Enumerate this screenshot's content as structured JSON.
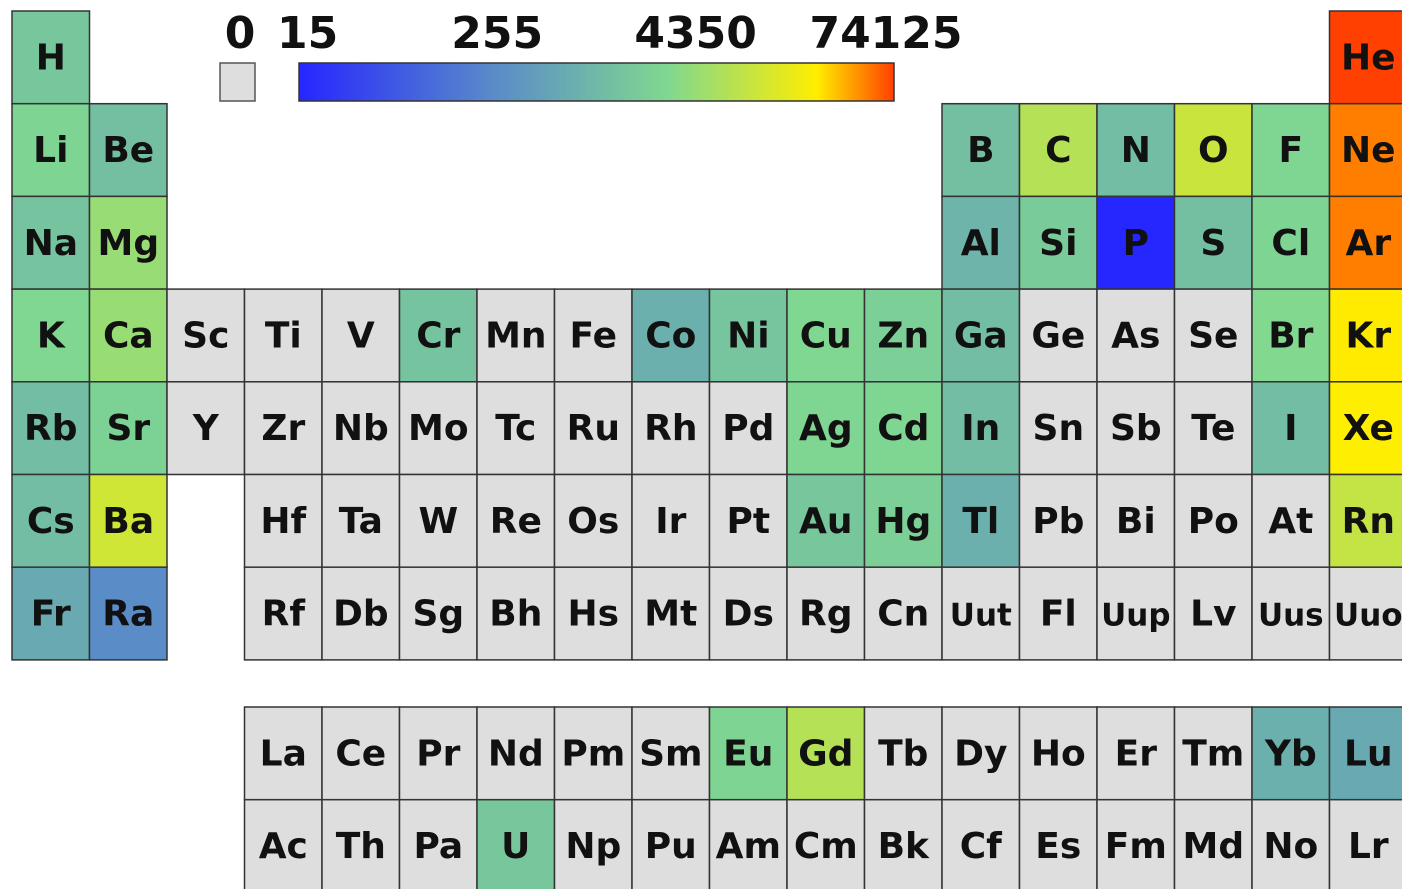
{
  "chart_data": {
    "type": "heatmap",
    "title": "",
    "colorbar": {
      "scale": "log",
      "no_data_label": "0",
      "tick_labels": [
        "15",
        "255",
        "4350",
        "74125"
      ],
      "tick_values": [
        15,
        255,
        4350,
        74125
      ],
      "range": [
        15,
        74125
      ],
      "stops": [
        {
          "t": 0.0,
          "color": "#2626ff"
        },
        {
          "t": 0.33,
          "color": "#5a8cc8"
        },
        {
          "t": 0.62,
          "color": "#80d890"
        },
        {
          "t": 0.87,
          "color": "#ffee00"
        },
        {
          "t": 1.0,
          "color": "#ff4000"
        }
      ],
      "no_data_color": "#dedede"
    },
    "elements": [
      {
        "symbol": "H",
        "group": 1,
        "period": 1,
        "value": 1700
      },
      {
        "symbol": "He",
        "group": 18,
        "period": 1,
        "value": 74125
      },
      {
        "symbol": "Li",
        "group": 1,
        "period": 2,
        "value": 2600
      },
      {
        "symbol": "Be",
        "group": 2,
        "period": 2,
        "value": 1300
      },
      {
        "symbol": "B",
        "group": 13,
        "period": 2,
        "value": 1300
      },
      {
        "symbol": "C",
        "group": 14,
        "period": 2,
        "value": 7000
      },
      {
        "symbol": "N",
        "group": 15,
        "period": 2,
        "value": 1200
      },
      {
        "symbol": "O",
        "group": 16,
        "period": 2,
        "value": 10000
      },
      {
        "symbol": "F",
        "group": 17,
        "period": 2,
        "value": 2700
      },
      {
        "symbol": "Ne",
        "group": 18,
        "period": 2,
        "value": 50000
      },
      {
        "symbol": "Na",
        "group": 1,
        "period": 3,
        "value": 1500
      },
      {
        "symbol": "Mg",
        "group": 2,
        "period": 3,
        "value": 4350
      },
      {
        "symbol": "Al",
        "group": 13,
        "period": 3,
        "value": 900
      },
      {
        "symbol": "Si",
        "group": 14,
        "period": 3,
        "value": 1900
      },
      {
        "symbol": "P",
        "group": 15,
        "period": 3,
        "value": 15
      },
      {
        "symbol": "S",
        "group": 16,
        "period": 3,
        "value": 1300
      },
      {
        "symbol": "Cl",
        "group": 17,
        "period": 3,
        "value": 2600
      },
      {
        "symbol": "Ar",
        "group": 18,
        "period": 3,
        "value": 50000
      },
      {
        "symbol": "K",
        "group": 1,
        "period": 4,
        "value": 2800
      },
      {
        "symbol": "Ca",
        "group": 2,
        "period": 4,
        "value": 4400
      },
      {
        "symbol": "Sc",
        "group": 3,
        "period": 4,
        "value": 0
      },
      {
        "symbol": "Ti",
        "group": 4,
        "period": 4,
        "value": 0
      },
      {
        "symbol": "V",
        "group": 5,
        "period": 4,
        "value": 0
      },
      {
        "symbol": "Cr",
        "group": 6,
        "period": 4,
        "value": 1500
      },
      {
        "symbol": "Mn",
        "group": 7,
        "period": 4,
        "value": 0
      },
      {
        "symbol": "Fe",
        "group": 8,
        "period": 4,
        "value": 0
      },
      {
        "symbol": "Co",
        "group": 9,
        "period": 4,
        "value": 800
      },
      {
        "symbol": "Ni",
        "group": 10,
        "period": 4,
        "value": 1600
      },
      {
        "symbol": "Cu",
        "group": 11,
        "period": 4,
        "value": 2800
      },
      {
        "symbol": "Zn",
        "group": 12,
        "period": 4,
        "value": 2200
      },
      {
        "symbol": "Ga",
        "group": 13,
        "period": 4,
        "value": 1200
      },
      {
        "symbol": "Ge",
        "group": 14,
        "period": 4,
        "value": 0
      },
      {
        "symbol": "As",
        "group": 15,
        "period": 4,
        "value": 0
      },
      {
        "symbol": "Se",
        "group": 16,
        "period": 4,
        "value": 0
      },
      {
        "symbol": "Br",
        "group": 17,
        "period": 4,
        "value": 3000
      },
      {
        "symbol": "Kr",
        "group": 18,
        "period": 4,
        "value": 25000
      },
      {
        "symbol": "Rb",
        "group": 1,
        "period": 5,
        "value": 1200
      },
      {
        "symbol": "Sr",
        "group": 2,
        "period": 5,
        "value": 2300
      },
      {
        "symbol": "Y",
        "group": 3,
        "period": 5,
        "value": 0
      },
      {
        "symbol": "Zr",
        "group": 4,
        "period": 5,
        "value": 0
      },
      {
        "symbol": "Nb",
        "group": 5,
        "period": 5,
        "value": 0
      },
      {
        "symbol": "Mo",
        "group": 6,
        "period": 5,
        "value": 0
      },
      {
        "symbol": "Tc",
        "group": 7,
        "period": 5,
        "value": 0
      },
      {
        "symbol": "Ru",
        "group": 8,
        "period": 5,
        "value": 0
      },
      {
        "symbol": "Rh",
        "group": 9,
        "period": 5,
        "value": 0
      },
      {
        "symbol": "Pd",
        "group": 10,
        "period": 5,
        "value": 0
      },
      {
        "symbol": "Ag",
        "group": 11,
        "period": 5,
        "value": 2700
      },
      {
        "symbol": "Cd",
        "group": 12,
        "period": 5,
        "value": 2700
      },
      {
        "symbol": "In",
        "group": 13,
        "period": 5,
        "value": 1200
      },
      {
        "symbol": "Sn",
        "group": 14,
        "period": 5,
        "value": 0
      },
      {
        "symbol": "Sb",
        "group": 15,
        "period": 5,
        "value": 0
      },
      {
        "symbol": "Te",
        "group": 16,
        "period": 5,
        "value": 0
      },
      {
        "symbol": "I",
        "group": 17,
        "period": 5,
        "value": 1200
      },
      {
        "symbol": "Xe",
        "group": 18,
        "period": 5,
        "value": 24000
      },
      {
        "symbol": "Cs",
        "group": 1,
        "period": 6,
        "value": 1200
      },
      {
        "symbol": "Ba",
        "group": 2,
        "period": 6,
        "value": 11000
      },
      {
        "symbol": "Hf",
        "group": 4,
        "period": 6,
        "value": 0
      },
      {
        "symbol": "Ta",
        "group": 5,
        "period": 6,
        "value": 0
      },
      {
        "symbol": "W",
        "group": 6,
        "period": 6,
        "value": 0
      },
      {
        "symbol": "Re",
        "group": 7,
        "period": 6,
        "value": 0
      },
      {
        "symbol": "Os",
        "group": 8,
        "period": 6,
        "value": 0
      },
      {
        "symbol": "Ir",
        "group": 9,
        "period": 6,
        "value": 0
      },
      {
        "symbol": "Pt",
        "group": 10,
        "period": 6,
        "value": 0
      },
      {
        "symbol": "Au",
        "group": 11,
        "period": 6,
        "value": 1700
      },
      {
        "symbol": "Hg",
        "group": 12,
        "period": 6,
        "value": 2200
      },
      {
        "symbol": "Tl",
        "group": 13,
        "period": 6,
        "value": 800
      },
      {
        "symbol": "Pb",
        "group": 14,
        "period": 6,
        "value": 0
      },
      {
        "symbol": "Bi",
        "group": 15,
        "period": 6,
        "value": 0
      },
      {
        "symbol": "Po",
        "group": 16,
        "period": 6,
        "value": 0
      },
      {
        "symbol": "At",
        "group": 17,
        "period": 6,
        "value": 0
      },
      {
        "symbol": "Rn",
        "group": 18,
        "period": 6,
        "value": 9000
      },
      {
        "symbol": "Fr",
        "group": 1,
        "period": 7,
        "value": 650
      },
      {
        "symbol": "Ra",
        "group": 2,
        "period": 7,
        "value": 250
      },
      {
        "symbol": "Rf",
        "group": 4,
        "period": 7,
        "value": 0
      },
      {
        "symbol": "Db",
        "group": 5,
        "period": 7,
        "value": 0
      },
      {
        "symbol": "Sg",
        "group": 6,
        "period": 7,
        "value": 0
      },
      {
        "symbol": "Bh",
        "group": 7,
        "period": 7,
        "value": 0
      },
      {
        "symbol": "Hs",
        "group": 8,
        "period": 7,
        "value": 0
      },
      {
        "symbol": "Mt",
        "group": 9,
        "period": 7,
        "value": 0
      },
      {
        "symbol": "Ds",
        "group": 10,
        "period": 7,
        "value": 0
      },
      {
        "symbol": "Rg",
        "group": 11,
        "period": 7,
        "value": 0
      },
      {
        "symbol": "Cn",
        "group": 12,
        "period": 7,
        "value": 0
      },
      {
        "symbol": "Uut",
        "group": 13,
        "period": 7,
        "value": 0
      },
      {
        "symbol": "Fl",
        "group": 14,
        "period": 7,
        "value": 0
      },
      {
        "symbol": "Uup",
        "group": 15,
        "period": 7,
        "value": 0
      },
      {
        "symbol": "Lv",
        "group": 16,
        "period": 7,
        "value": 0
      },
      {
        "symbol": "Uus",
        "group": 17,
        "period": 7,
        "value": 0
      },
      {
        "symbol": "Uuo",
        "group": 18,
        "period": 7,
        "value": 0
      },
      {
        "symbol": "La",
        "group": 4,
        "period": 9,
        "value": 0
      },
      {
        "symbol": "Ce",
        "group": 5,
        "period": 9,
        "value": 0
      },
      {
        "symbol": "Pr",
        "group": 6,
        "period": 9,
        "value": 0
      },
      {
        "symbol": "Nd",
        "group": 7,
        "period": 9,
        "value": 0
      },
      {
        "symbol": "Pm",
        "group": 8,
        "period": 9,
        "value": 0
      },
      {
        "symbol": "Sm",
        "group": 9,
        "period": 9,
        "value": 0
      },
      {
        "symbol": "Eu",
        "group": 10,
        "period": 9,
        "value": 2600
      },
      {
        "symbol": "Gd",
        "group": 11,
        "period": 9,
        "value": 7000
      },
      {
        "symbol": "Tb",
        "group": 12,
        "period": 9,
        "value": 0
      },
      {
        "symbol": "Dy",
        "group": 13,
        "period": 9,
        "value": 0
      },
      {
        "symbol": "Ho",
        "group": 14,
        "period": 9,
        "value": 0
      },
      {
        "symbol": "Er",
        "group": 15,
        "period": 9,
        "value": 0
      },
      {
        "symbol": "Tm",
        "group": 16,
        "period": 9,
        "value": 0
      },
      {
        "symbol": "Yb",
        "group": 17,
        "period": 9,
        "value": 800
      },
      {
        "symbol": "Lu",
        "group": 18,
        "period": 9,
        "value": 650
      },
      {
        "symbol": "Ac",
        "group": 4,
        "period": 10,
        "value": 0
      },
      {
        "symbol": "Th",
        "group": 5,
        "period": 10,
        "value": 0
      },
      {
        "symbol": "Pa",
        "group": 6,
        "period": 10,
        "value": 0
      },
      {
        "symbol": "U",
        "group": 7,
        "period": 10,
        "value": 1700
      },
      {
        "symbol": "Np",
        "group": 8,
        "period": 10,
        "value": 0
      },
      {
        "symbol": "Pu",
        "group": 9,
        "period": 10,
        "value": 0
      },
      {
        "symbol": "Am",
        "group": 10,
        "period": 10,
        "value": 0
      },
      {
        "symbol": "Cm",
        "group": 11,
        "period": 10,
        "value": 0
      },
      {
        "symbol": "Bk",
        "group": 12,
        "period": 10,
        "value": 0
      },
      {
        "symbol": "Cf",
        "group": 13,
        "period": 10,
        "value": 0
      },
      {
        "symbol": "Es",
        "group": 14,
        "period": 10,
        "value": 0
      },
      {
        "symbol": "Fm",
        "group": 15,
        "period": 10,
        "value": 0
      },
      {
        "symbol": "Md",
        "group": 16,
        "period": 10,
        "value": 0
      },
      {
        "symbol": "No",
        "group": 17,
        "period": 10,
        "value": 0
      },
      {
        "symbol": "Lr",
        "group": 18,
        "period": 10,
        "value": 0
      }
    ]
  }
}
